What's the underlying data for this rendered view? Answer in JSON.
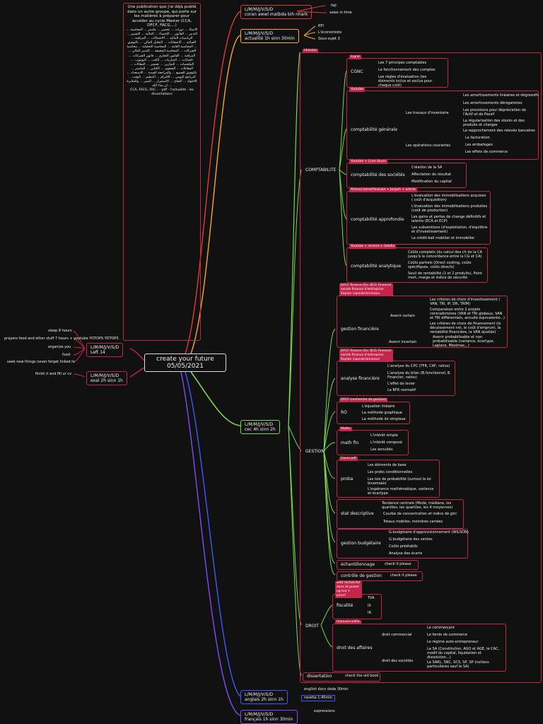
{
  "central": {
    "title": "create your future",
    "date": "05/05/2021"
  },
  "publication": {
    "heading": "Une publication que j'ai déjà publié dans un autre groupe, qui porte sur les matières à préparer pour accéder au cycle Master (CCA, DFCF, FACG,...)",
    "body_fr_terms": "CCA, FACG, FAC... · pdf · l'actualité · les dissertations"
  },
  "branches": {
    "coran": {
      "label": "L/M/M/J/V/S/D",
      "detail": "coran awwl matbda bih nhark",
      "children": [
        "fajr",
        "salas in time"
      ]
    },
    "actualite": {
      "label": "L/M/M/J/V/S/D",
      "detail": "actualité 1h sinn 30min",
      "children": [
        "RFI",
        "L'économiste",
        "Sous-sujet 3"
      ]
    },
    "left": {
      "label": "L/M/M/J/V/S/D",
      "detail": "Left 14",
      "children": [
        "sleep 8 hours",
        "prayers food and other stuff 7 hours + youtube YOTOPS YOTOPS",
        "organize you",
        "food",
        "seek new things never forget linked in"
      ]
    },
    "exal": {
      "label": "L/M/M/J/V/S/D",
      "detail": "exal 2h sinn 1h",
      "children": [
        "finish it and fill ur cv"
      ]
    },
    "cec": {
      "label": "L/M/M/J/V/S/D",
      "detail": "cec 4h sinn 2h"
    },
    "anglais": {
      "label": "L/M/M/J/V/S/D",
      "detail": "anglais 2h sinn 1h",
      "children": [
        "english docs dada 30min",
        "rosetta 1:45min"
      ]
    },
    "francais": {
      "label": "L/M/M/J/V/S/D",
      "detail": "français 1h sinn 30min",
      "children": [
        "expressions"
      ]
    }
  },
  "cec_tree": {
    "root_tag": "révision",
    "comptabilite": {
      "label": "COMPTABILITE",
      "cgnc": {
        "tag": "Ingné",
        "label": "CGNC",
        "items": [
          "Les 7 principes comptables",
          "Le fonctionnement des comptes",
          "Les règles d'évaluation (les éléments inclus et exclus pour chaque coût)"
        ]
      },
      "generale": {
        "tag": "Youtube",
        "label": "comptabilité générale",
        "inventaire": {
          "label": "Les travaux d'inventaire",
          "items": [
            "Les amortissements linéaires et dégressifs",
            "Les amortissements dérogatoires",
            "Les provisions pour dépréciation de l'Actif et de Passif",
            "La régularisation des stocks et des produits et charges",
            "Le rapprochement des relevés bancaires"
          ]
        },
        "courantes": {
          "label": "Les opérations courantes",
          "items": [
            "La facturation",
            "Les emballages",
            "Les effets de commerce"
          ]
        }
      },
      "societes": {
        "tag": "Youtube + Livre Aouni",
        "label": "comptabilité des sociétés",
        "items": [
          "Création de la SA",
          "Affectation du résultat",
          "Modification du capital"
        ]
      },
      "approfondie": {
        "tag": "Ahmed Jamal/Youtube + Jonjaih + article",
        "label": "comptabilité approfondie",
        "items": [
          "L'évaluation des immobilisations acquises ( coût d'acquisition)",
          "L'évaluation des immobilisations produites (coût de production)",
          "Les gains et pertes de change définitifs et latents (ECA et ECP)",
          "Les subventions (d'exploitation, d'équilibre et d'investissement)",
          "Le crédit-bail mobilier et immobilier"
        ]
      },
      "analytique": {
        "tag": "Youtube + revient + Sabilia",
        "label": "comptabilité analytique",
        "items": [
          "Coûts complets (du calcul des ch de la CA jusqu'à la concordance entre la CG et CA)",
          "Coûts partiels (Direct costing, coûts spécifiques, coûts directs)",
          "Seuil de rentabilité (1 et 2 produits), Point mort, marge et indice de sécurité"
        ]
      }
    },
    "gestion": {
      "label": "GESTION",
      "finance": {
        "tag": "DFCF finance (Ex: BCG Finance) excels finance d'entreprise Kaplan capsule/anneaux",
        "label": "gestion financière",
        "certain": {
          "label": "Avenir certain",
          "items": [
            "Les critères de choix d'investissement ( VAN, TRI, IP, DR, TRIM)",
            "Comparaison entre 2 projets contradictoires (VAN et TRI globaux, VAN et TRI différentiels, annuité équivalente...)",
            "Les critères de choix de financement (le décaissement net, le coût d'emprunt, la rentabilité financière, la VAN ajustée)"
          ]
        },
        "incertain": {
          "label": "Avenir incertain",
          "items": [
            "Avenir probabilisable et non probabilisable (variance, écartype, Laplace, Maximax...)"
          ]
        }
      },
      "analyse": {
        "tag": "DFCF finance (Ex: BCG Finance) excels finance d'entreprise Kaplan capsule/anneaux",
        "label": "analyse financière",
        "items": [
          "L'analyse du CPC (TFR, CAF, ratios)",
          "L'analyse du bilan (B.fonctionnel, B. Financier, ratios)",
          "L'effet de levier",
          "Le BFR normatif"
        ]
      },
      "ro": {
        "tag": "DFCF (recherche de gestion)",
        "label": "RO",
        "items": [
          "L'équation linéaire",
          "La méthode graphique",
          "La méthode de simplexe"
        ]
      },
      "mathfin": {
        "tag": "Maths",
        "label": "math fin",
        "items": [
          "L'intérêt simple",
          "L'intérêt composé",
          "Les annuités"
        ]
      },
      "proba": {
        "tag": "Cours pdf",
        "label": "proba",
        "items": [
          "Les éléments de base",
          "Les probs conditionnelles",
          "Les lois de probabilité (surtout la loi binomiale)",
          "L'espérance mathématique, variance et écartype"
        ]
      },
      "stat": {
        "label": "stat descriptive",
        "items": [
          "Tendance centrale (Mode, médiane, les quartiles, les quartiles, les 4 moyennes)",
          "Courbe de concentration et indice de gini",
          "Totaux mobiles, moindres carrées"
        ]
      },
      "budget": {
        "label": "gestion budgétaire",
        "items": [
          "G.budgétaire d'approvisionnement (WILSON)",
          "G.budgétaire des ventes",
          "Coûts préétablis",
          "Analyse des écarts"
        ]
      },
      "echantillonnage": {
        "label": "échantillonnage",
        "note": "check it please"
      },
      "controle": {
        "label": "contrôle de gestion",
        "note": "check it please"
      }
    },
    "droit": {
      "label": "DROIT",
      "fiscalite": {
        "tag": "web recherche dans et power og tva + pourri",
        "label": "fiscalité",
        "items": [
          "TVA",
          "IS",
          "IR"
        ]
      },
      "affaires": {
        "tag": "manuel+selfie",
        "label": "droit des affaires",
        "commercial": {
          "label": "droit commercial",
          "items": [
            "Le commerçant",
            "Le fonds de commerce",
            "Le régime auto-entrepreneur"
          ]
        },
        "societes": {
          "label": "droit des sociétés",
          "items": [
            "La SA (Constitution, AGO et AGE, le CAC, modif du capital, liquidation et dissolution...)",
            "La SARL, SNC, SCS, SP, SP (notions particulières sauf le SA)"
          ]
        }
      }
    },
    "dissertation": {
      "label": "dissertation",
      "note": "check the old book"
    }
  },
  "colors": {
    "background": "#111111",
    "accent": "#c4254a",
    "coran": "#e53935",
    "actualite": "#f9a825",
    "left": "#c4254a",
    "cec": "#7cd84a",
    "anglais": "#3d5afe",
    "francais": "#7c4dff"
  }
}
